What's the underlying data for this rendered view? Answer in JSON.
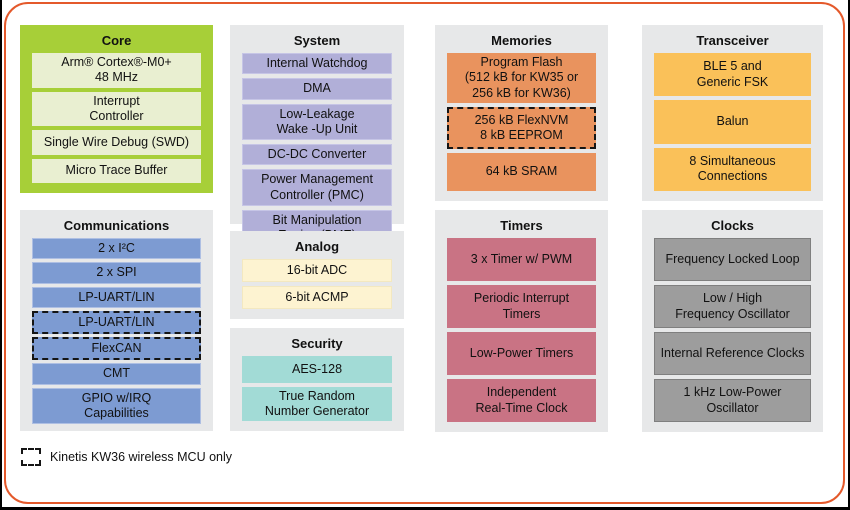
{
  "legend": {
    "label": "Kinetis KW36 wireless MCU only"
  },
  "colors": {
    "frame_outline": "#e4592b",
    "page_edge": "#000000",
    "group_background": "#e7e8e9",
    "core_group": "#a7cf38",
    "core_item": "#e9efd1",
    "communications_item": "#7d9bd2",
    "system_item": "#b1afd8",
    "analog_item": "#fdf3d1",
    "security_item": "#a2dbd6",
    "memories_item": "#e9935e",
    "timers_item": "#c97384",
    "transceiver_item": "#fac159",
    "clocks_item": "#9d9d9d"
  },
  "groups": [
    {
      "title": "Core",
      "items": [
        {
          "label": "Arm® Cortex®-M0+\n48 MHz"
        },
        {
          "label": "Interrupt\nController"
        },
        {
          "label": "Single Wire Debug (SWD)"
        },
        {
          "label": "Micro Trace Buffer"
        }
      ]
    },
    {
      "title": "Communications",
      "items": [
        {
          "label": "2 x I²C"
        },
        {
          "label": "2 x SPI"
        },
        {
          "label": "LP-UART/LIN"
        },
        {
          "label": "LP-UART/LIN",
          "dashed": true
        },
        {
          "label": "FlexCAN",
          "dashed": true
        },
        {
          "label": "CMT"
        },
        {
          "label": "GPIO w/IRQ\nCapabilities"
        }
      ]
    },
    {
      "title": "System",
      "items": [
        {
          "label": "Internal Watchdog"
        },
        {
          "label": "DMA"
        },
        {
          "label": "Low-Leakage\nWake -Up Unit"
        },
        {
          "label": "DC-DC Converter"
        },
        {
          "label": "Power Management\nController (PMC)"
        },
        {
          "label": "Bit Manipulation\nEngine (BME)"
        }
      ]
    },
    {
      "title": "Analog",
      "items": [
        {
          "label": "16-bit ADC"
        },
        {
          "label": "6-bit ACMP"
        }
      ]
    },
    {
      "title": "Security",
      "items": [
        {
          "label": "AES-128"
        },
        {
          "label": "True Random\nNumber Generator"
        }
      ]
    },
    {
      "title": "Memories",
      "items": [
        {
          "label": "Program Flash\n(512 kB for KW35 or\n256 kB for KW36)"
        },
        {
          "label": "256 kB FlexNVM\n8 kB EEPROM",
          "dashed": true
        },
        {
          "label": "64 kB SRAM"
        }
      ]
    },
    {
      "title": "Timers",
      "items": [
        {
          "label": "3 x Timer w/ PWM"
        },
        {
          "label": "Periodic Interrupt\nTimers"
        },
        {
          "label": "Low-Power Timers"
        },
        {
          "label": "Independent\nReal-Time Clock"
        }
      ]
    },
    {
      "title": "Transceiver",
      "items": [
        {
          "label": "BLE 5 and\nGeneric FSK"
        },
        {
          "label": "Balun"
        },
        {
          "label": "8 Simultaneous\nConnections"
        }
      ]
    },
    {
      "title": "Clocks",
      "items": [
        {
          "label": "Frequency Locked Loop"
        },
        {
          "label": "Low / High\nFrequency Oscillator"
        },
        {
          "label": "Internal Reference Clocks"
        },
        {
          "label": "1 kHz Low-Power Oscillator"
        }
      ]
    }
  ]
}
